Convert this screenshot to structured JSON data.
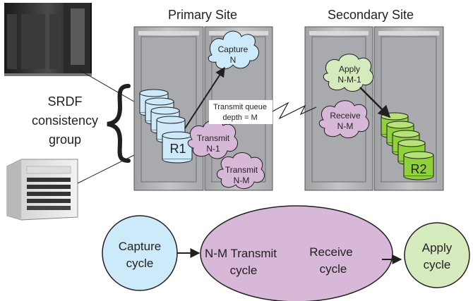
{
  "sites": {
    "primary_label": "Primary Site",
    "secondary_label": "Secondary Site"
  },
  "group": {
    "line1": "SRDF",
    "line2": "consistency",
    "line3": "group"
  },
  "volumes": {
    "r1": "R1",
    "r2": "R2"
  },
  "clouds": {
    "capture": {
      "line1": "Capture",
      "line2": "N"
    },
    "transmit_n1": {
      "line1": "Transmit",
      "line2": "N-1"
    },
    "transmit_nm": {
      "line1": "Transmit",
      "line2": "N-M"
    },
    "apply": {
      "line1": "Apply",
      "line2": "N-M-1"
    },
    "receive": {
      "line1": "Receive",
      "line2": "N-M"
    }
  },
  "queue": {
    "line1": "Transmit queue",
    "line2": "depth = M"
  },
  "cycles": {
    "capture": {
      "line1": "Capture",
      "line2": "cycle"
    },
    "transmit": {
      "line1": "N-M Transmit",
      "line2": "cycle"
    },
    "receive": {
      "line1": "Receive",
      "line2": "cycle"
    },
    "apply": {
      "line1": "Apply",
      "line2": "cycle"
    }
  },
  "colors": {
    "capture_fill": "#cdeafa",
    "transmit_fill": "#d8b8d8",
    "apply_fill": "#d5ebbd",
    "r1_disk": "#cdeafa",
    "r2_disk": "#8fd13a",
    "cabinet": "#b7b8ba"
  }
}
